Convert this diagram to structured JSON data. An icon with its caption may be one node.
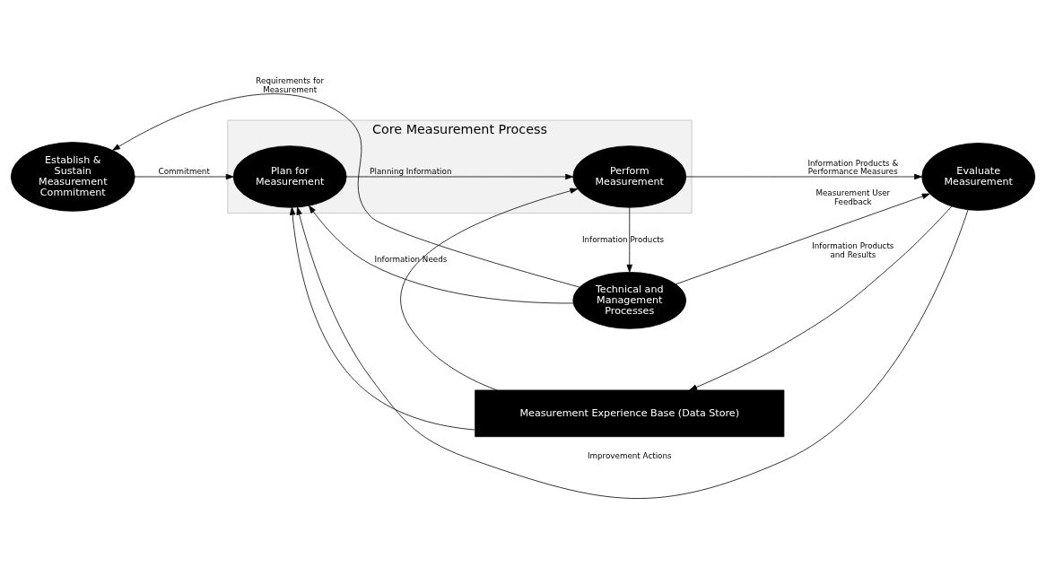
{
  "diagram": {
    "nodes": [
      {
        "text": [
          "Technical and Management Processes"
        ]
      },
      {
        "text": [
          "Establish & Sustain Measurement Commitment"
        ]
      },
      {
        "text": [
          "Core Measurement Process"
        ]
      },
      {
        "text": [
          "Plan for Measurement"
        ],
        "in": 2
      },
      {
        "text": [
          "Perform Measurement"
        ],
        "in": 2
      },
      {
        "text": [
          "Evaluate Measurement"
        ]
      },
      {
        "text": [
          "Measurement Experience Base (Data Store)"
        ]
      }
    ],
    "edges": [
      {
        "from": 0,
        "to": 1,
        "arrow": "to",
        "label": "Requirements for Measurement"
      },
      {
        "from": 0,
        "to": 3,
        "arrow": "to",
        "label": "Information Needs"
      },
      {
        "from": 0,
        "to": 5,
        "arrow": "to",
        "label": "Measurement User Feedback"
      },
      {
        "from": 1,
        "to": 3,
        "arrow": "to",
        "label": "Commitment"
      },
      {
        "from": 3,
        "to": 4,
        "arrow": "to",
        "label": "Planning Information"
      },
      {
        "from": 4,
        "to": 5,
        "arrow": "to",
        "label": "Information Products & Performance Measures"
      },
      {
        "from": 4,
        "to": 0,
        "arrow": "to",
        "label": "Information Products"
      },
      {
        "from": 5,
        "to": 6,
        "arrow": "to",
        "label": "Information Products and Results"
      },
      {
        "from": 5,
        "to": 3,
        "arrow": "to",
        "label": "Improvement Actions"
      },
      {
        "from": 6,
        "to": 3,
        "arrow": "to"
      },
      {
        "from": 6,
        "to": 4,
        "arrow": "to"
      }
    ]
  }
}
